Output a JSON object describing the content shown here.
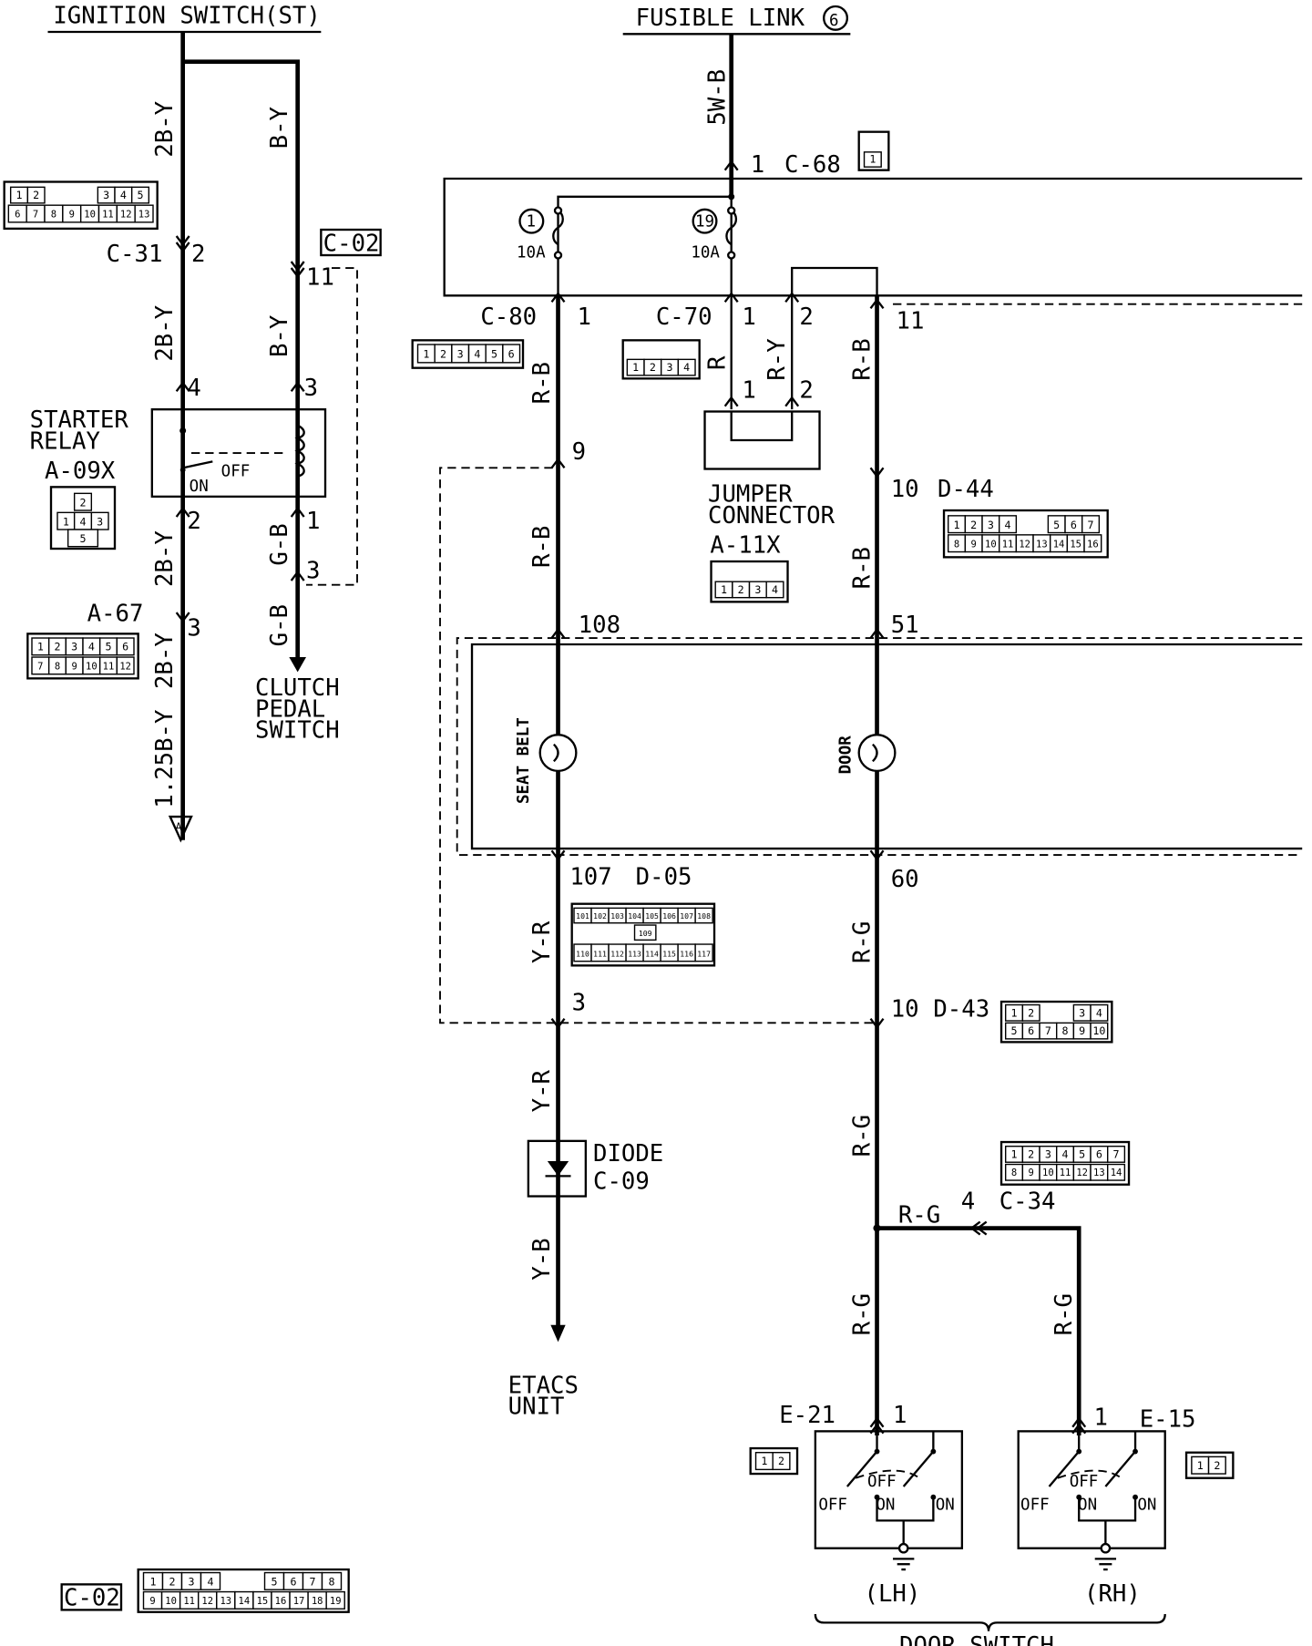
{
  "titles": {
    "ignition": "IGNITION SWITCH(ST)",
    "fusible": "FUSIBLE LINK",
    "fusible_num": "6"
  },
  "wires": {
    "w_2by": "2B-Y",
    "w_by": "B-Y",
    "w_gb": "G-B",
    "w_125by": "1.25B-Y",
    "w_5wb": "5W-B",
    "w_rb": "R-B",
    "w_r": "R",
    "w_ry": "R-Y",
    "w_yr": "Y-R",
    "w_yb": "Y-B",
    "w_rg": "R-G"
  },
  "connectors": {
    "c31": "C-31",
    "c02": "C-02",
    "a67": "A-67",
    "c68": "C-68",
    "c80": "C-80",
    "c70": "C-70",
    "d44": "D-44",
    "a11x": "A-11X",
    "d05": "D-05",
    "d43": "D-43",
    "c09": "C-09",
    "c34": "C-34",
    "e21": "E-21",
    "e15": "E-15",
    "a09x": "A-09X"
  },
  "pins": {
    "p1": "1",
    "p2": "2",
    "p3": "3",
    "p4": "4",
    "p9": "9",
    "p10": "10",
    "p11": "11",
    "p19": "19",
    "p51": "51",
    "p60": "60",
    "p107": "107",
    "p108": "108"
  },
  "components": {
    "starter": "STARTER",
    "relay": "RELAY",
    "off": "OFF",
    "on": "ON",
    "clutch1": "CLUTCH",
    "clutch2": "PEDAL",
    "clutch3": "SWITCH",
    "jumper1": "JUMPER",
    "jumper2": "CONNECTOR",
    "seat_belt": "SEAT BELT",
    "door": "DOOR",
    "diode": "DIODE",
    "etacs1": "ETACS",
    "etacs2": "UNIT",
    "door_switch": "DOOR SWITCH",
    "lh": "(LH)",
    "rh": "(RH)",
    "fuse_amp": "10A",
    "ground_a": "A"
  },
  "connector_grids": {
    "c31_top": [
      "1",
      "2",
      "3",
      "4",
      "5"
    ],
    "c31_bot": [
      "6",
      "7",
      "8",
      "9",
      "10",
      "11",
      "12",
      "13"
    ],
    "a67_top": [
      "1",
      "2",
      "3",
      "4",
      "5",
      "6"
    ],
    "a67_bot": [
      "7",
      "8",
      "9",
      "10",
      "11",
      "12"
    ],
    "c80": [
      "1",
      "2",
      "3",
      "4",
      "5",
      "6"
    ],
    "four": [
      "1",
      "2",
      "3",
      "4"
    ],
    "a09x": [
      "1",
      "2",
      "3",
      "4",
      "5"
    ],
    "d44_top": [
      "1",
      "2",
      "3",
      "4",
      "5",
      "6",
      "7"
    ],
    "d44_bot": [
      "8",
      "9",
      "10",
      "11",
      "12",
      "13",
      "14",
      "15",
      "16"
    ],
    "d05_top": [
      "101",
      "102",
      "103",
      "104",
      "105",
      "106",
      "107",
      "108"
    ],
    "d05_mid": [
      "109"
    ],
    "d05_bot": [
      "110",
      "111",
      "112",
      "113",
      "114",
      "115",
      "116",
      "117"
    ],
    "d43_top": [
      "1",
      "2",
      "3",
      "4"
    ],
    "d43_bot": [
      "5",
      "6",
      "7",
      "8",
      "9",
      "10"
    ],
    "c34_top": [
      "1",
      "2",
      "3",
      "4",
      "5",
      "6",
      "7"
    ],
    "c34_bot": [
      "8",
      "9",
      "10",
      "11",
      "12",
      "13",
      "14"
    ],
    "two": [
      "1",
      "2"
    ],
    "c02_top": [
      "1",
      "2",
      "3",
      "4",
      "5",
      "6",
      "7",
      "8"
    ],
    "c02_bot": [
      "9",
      "10",
      "11",
      "12",
      "13",
      "14",
      "15",
      "16",
      "17",
      "18",
      "19"
    ],
    "c68": [
      "1"
    ]
  }
}
